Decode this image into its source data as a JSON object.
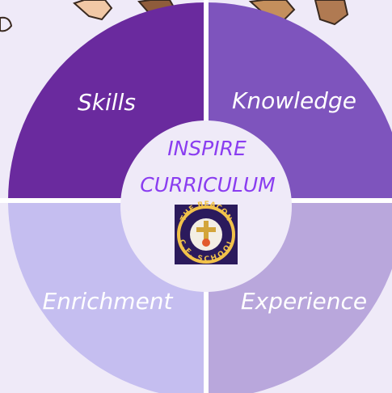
{
  "diagram": {
    "center": {
      "line1": "INSPIRE",
      "line2": "CURRICULUM"
    },
    "quadrants": [
      {
        "key": "top-left",
        "label": "Skills",
        "color": "#6a2a9e"
      },
      {
        "key": "top-right",
        "label": "Knowledge",
        "color": "#7e54bd"
      },
      {
        "key": "bottom-left",
        "label": "Enrichment",
        "color": "#c5bef0"
      },
      {
        "key": "bottom-right",
        "label": "Experience",
        "color": "#b9a7dc"
      }
    ],
    "center_fill": "#efeaf8",
    "center_text_color": "#8a3df0",
    "divider_color": "#ffffff"
  },
  "crest": {
    "top_text": "THE BEACON",
    "bottom_text": "C.E. SCHOOL",
    "background": "#2b1a5c",
    "ring_color": "#f1c24a"
  },
  "decorations": {
    "hand_colors": [
      "#f1c8a6",
      "#8f5c3b",
      "#c48f5c",
      "#b07a52"
    ]
  }
}
